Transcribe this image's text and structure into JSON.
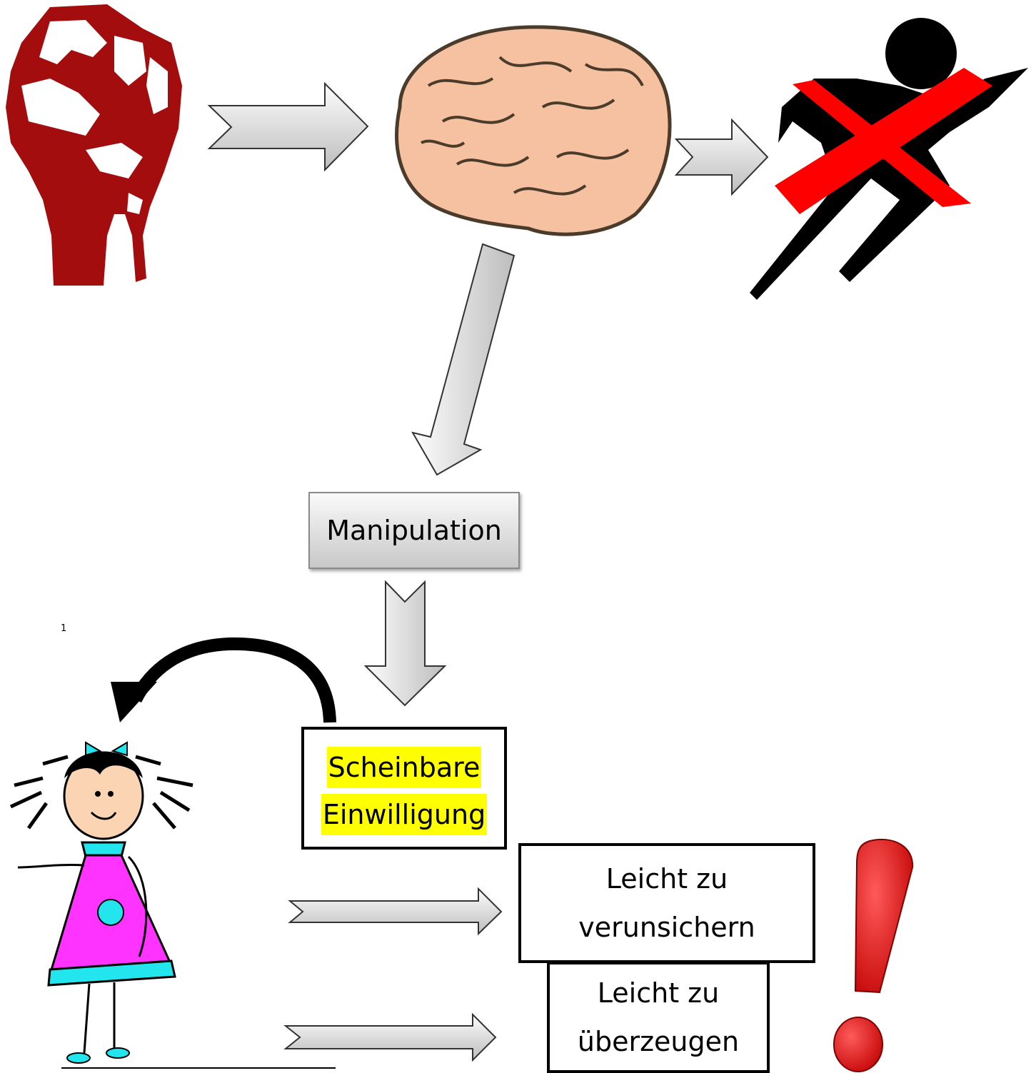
{
  "boxes": {
    "manipulation": "Manipulation",
    "consent_line1": "Scheinbare",
    "consent_line2": "Einwilligung",
    "unsure_line1": "Leicht zu",
    "unsure_line2": "verunsichern",
    "convince_line1": "Leicht zu",
    "convince_line2": "überzeugen"
  },
  "footnote": "1",
  "icons": [
    "fist-icon",
    "brain-icon",
    "crossed-runner-icon",
    "girl-icon",
    "exclamation-icon"
  ],
  "colors": {
    "fist": "#a30d0d",
    "brain": "#f5c1a0",
    "cross": "#ff0000",
    "highlight": "#ffff00",
    "dress": "#ff33ff",
    "teal": "#22e5ee"
  }
}
